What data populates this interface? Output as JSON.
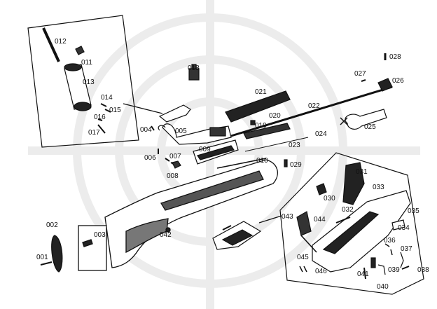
{
  "parts": {
    "p001": "001",
    "p002": "002",
    "p003": "003",
    "p004": "004",
    "p005": "005",
    "p006": "006",
    "p007": "007",
    "p008": "008",
    "p009": "009",
    "p010": "010",
    "p011": "011",
    "p012": "012",
    "p013": "013",
    "p014": "014",
    "p015": "015",
    "p016": "016",
    "p017": "017",
    "p018": "018",
    "p019": "019",
    "p020": "020",
    "p021": "021",
    "p022": "022",
    "p023": "023",
    "p024": "024",
    "p025": "025",
    "p026": "026",
    "p027": "027",
    "p028": "028",
    "p029": "029",
    "p030": "030",
    "p031": "031",
    "p032": "032",
    "p033": "033",
    "p034": "034",
    "p035": "035",
    "p036": "036",
    "p037": "037",
    "p038": "038",
    "p039": "039",
    "p040": "040",
    "p041": "041",
    "p042": "042",
    "p043": "043",
    "p044": "044",
    "p045": "045",
    "p046": "046"
  },
  "colors": {
    "ink": "#111111",
    "watermark": "#ececec",
    "paper": "#ffffff"
  }
}
